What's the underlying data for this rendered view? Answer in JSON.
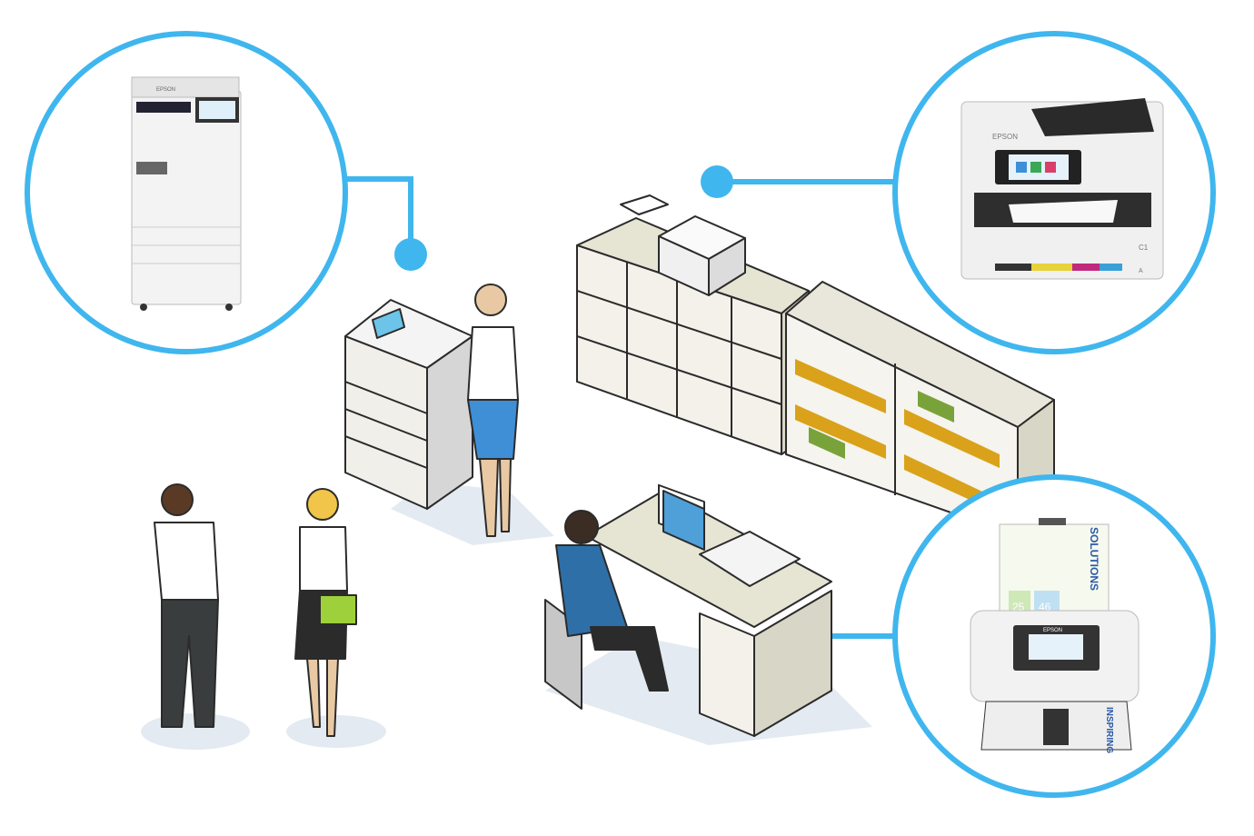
{
  "accent_color": "#3fb6ee",
  "callouts": [
    {
      "id": "multifunction-copier",
      "brand": "EPSON"
    },
    {
      "id": "office-inkjet-printer",
      "brand": "EPSON",
      "tray_label": "C1",
      "ink_label": "A"
    },
    {
      "id": "document-scanner",
      "brand": "EPSON",
      "feed_headline": "SOLUTIONS",
      "output_headline": "INSPIRING",
      "stat_1": "25",
      "stat_2": "46"
    }
  ]
}
